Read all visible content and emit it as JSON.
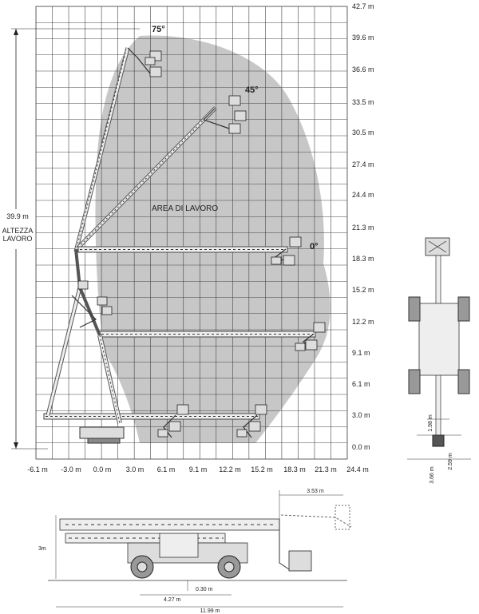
{
  "work_area_chart": {
    "y_ticks": [
      "42.7 m",
      "39.6 m",
      "36.6 m",
      "33.5 m",
      "30.5 m",
      "27.4 m",
      "24.4 m",
      "21.3 m",
      "18.3 m",
      "15.2 m",
      "12.2 m",
      "9.1 m",
      "6.1 m",
      "3.0 m",
      "0.0 m"
    ],
    "x_ticks": [
      "-6.1 m",
      "-3.0 m",
      "0.0 m",
      "3.0 m",
      "6.1 m",
      "9.1 m",
      "12.2 m",
      "15.2 m",
      "18.3 m",
      "21.3 m",
      "24.4 m"
    ],
    "angle_75": "75°",
    "angle_45": "45°",
    "angle_0": "0°",
    "area_label": "AREA DI LAVORO",
    "height_value": "39.9 m",
    "height_label_1": "ALTEZZA",
    "height_label_2": "LAVORO"
  },
  "front_view": {
    "dim_inner": "1.98 m",
    "dim_track": "2.59 m",
    "dim_outer": "3.66 m"
  },
  "side_view": {
    "dim_overhang": "3.53 m",
    "dim_height": "3m",
    "dim_wheelbase": "4.27 m",
    "dim_clearance": "0.30 m",
    "dim_length": "11.99 m"
  }
}
